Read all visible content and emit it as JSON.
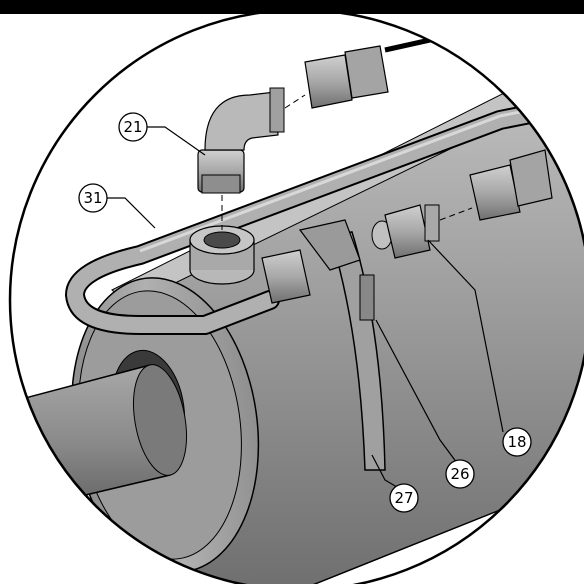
{
  "diagram": {
    "callouts": [
      {
        "id": "21",
        "label": "21",
        "part": "elbow-fitting"
      },
      {
        "id": "31",
        "label": "31",
        "part": "hydraulic-tube"
      },
      {
        "id": "18",
        "label": "18",
        "part": "straight-fitting"
      },
      {
        "id": "26",
        "label": "26",
        "part": "clamp-bolt"
      },
      {
        "id": "27",
        "label": "27",
        "part": "tube-clamp"
      }
    ],
    "colors": {
      "background": "#ffffff",
      "outline": "#000000",
      "cylinder_body": "#9a9a9a",
      "cylinder_highlight": "#bdbdbd",
      "cylinder_shadow": "#6f6f6f",
      "rod": "#858585",
      "tube": "#a8a8a8",
      "fitting": "#b5b5b5",
      "top_bar": "#000000"
    }
  }
}
